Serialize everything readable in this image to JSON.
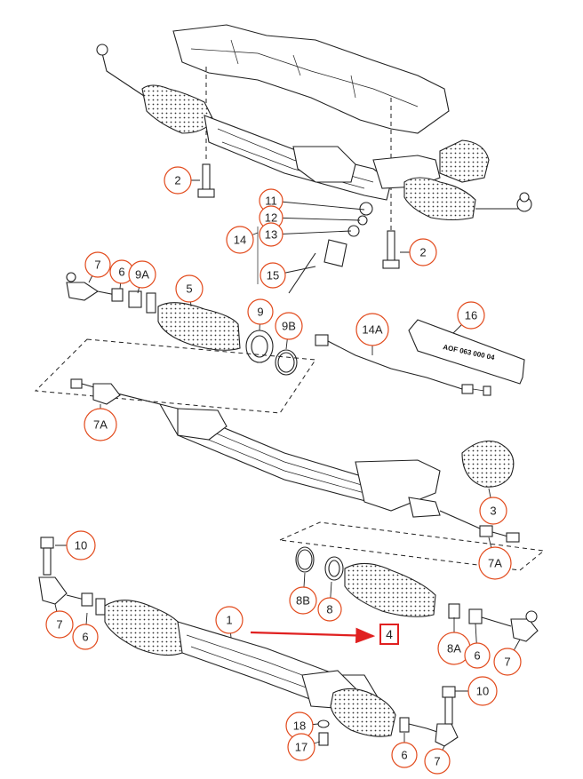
{
  "diagram": {
    "highlight_color": "#e02020",
    "callout_color": "#e24a1c",
    "tube_label": "AOF 063 000 04",
    "callouts": [
      {
        "id": "c2a",
        "label": "2"
      },
      {
        "id": "c11",
        "label": "11"
      },
      {
        "id": "c12",
        "label": "12"
      },
      {
        "id": "c13",
        "label": "13"
      },
      {
        "id": "c14",
        "label": "14"
      },
      {
        "id": "c2b",
        "label": "2"
      },
      {
        "id": "c15",
        "label": "15"
      },
      {
        "id": "c7a",
        "label": "7"
      },
      {
        "id": "c6a",
        "label": "6"
      },
      {
        "id": "c9A",
        "label": "9A"
      },
      {
        "id": "c5",
        "label": "5"
      },
      {
        "id": "c9",
        "label": "9"
      },
      {
        "id": "c9B",
        "label": "9B"
      },
      {
        "id": "c14A",
        "label": "14A"
      },
      {
        "id": "c16",
        "label": "16"
      },
      {
        "id": "c7A1",
        "label": "7A"
      },
      {
        "id": "c3",
        "label": "3"
      },
      {
        "id": "c7A2",
        "label": "7A"
      },
      {
        "id": "c10a",
        "label": "10"
      },
      {
        "id": "c8B",
        "label": "8B"
      },
      {
        "id": "c8",
        "label": "8"
      },
      {
        "id": "c1",
        "label": "1"
      },
      {
        "id": "c7b",
        "label": "7"
      },
      {
        "id": "c6b",
        "label": "6"
      },
      {
        "id": "c8A",
        "label": "8A"
      },
      {
        "id": "c6c",
        "label": "6"
      },
      {
        "id": "c7c",
        "label": "7"
      },
      {
        "id": "c10b",
        "label": "10"
      },
      {
        "id": "c18",
        "label": "18"
      },
      {
        "id": "c17",
        "label": "17"
      },
      {
        "id": "c6d",
        "label": "6"
      },
      {
        "id": "c7d",
        "label": "7"
      }
    ],
    "highlighted_label": "4"
  }
}
